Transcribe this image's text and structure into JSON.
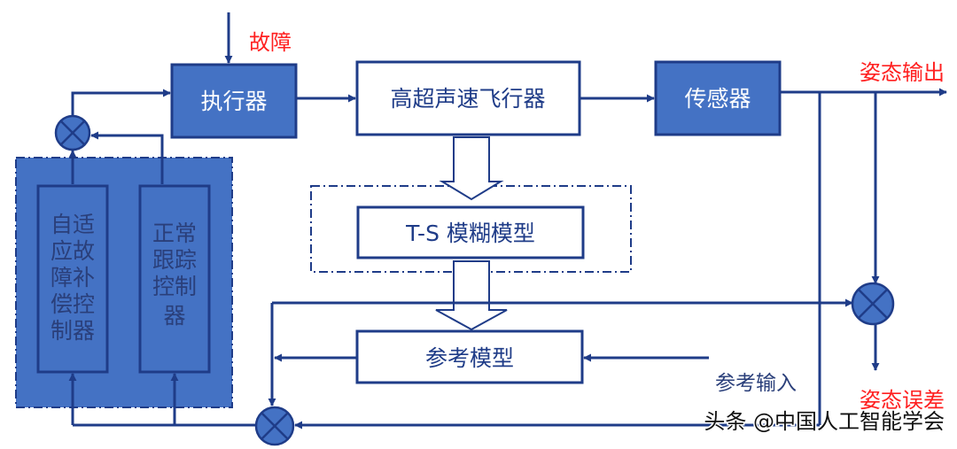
{
  "colors": {
    "line": "#1f3c88",
    "block_fill": "#4472c4",
    "block_stroke": "#1f3c88",
    "white": "#ffffff",
    "red": "#ff2020",
    "block_text_dark": "#1f3c88",
    "panel_text": "#2a3f7a",
    "watermark": "#111111"
  },
  "blocks": {
    "actuator": "执行器",
    "aircraft": "高超声速飞行器",
    "sensor": "传感器",
    "ts_model": "T-S 模糊模型",
    "ref_model": "参考模型",
    "adaptive_controller": [
      "自适",
      "应故",
      "障补",
      "偿控",
      "制器"
    ],
    "tracking_controller": [
      "正常",
      "跟踪",
      "控制",
      "器"
    ]
  },
  "labels": {
    "fault": "故障",
    "attitude_output": "姿态输出",
    "attitude_error": "姿态误差",
    "reference_input": "参考输入"
  },
  "watermark": "头条 @中国人工智能学会",
  "icons": {
    "summing_junction": "circle-cross-icon",
    "arrow": "arrowhead-icon",
    "hollow_arrow": "hollow-down-arrow-icon"
  }
}
